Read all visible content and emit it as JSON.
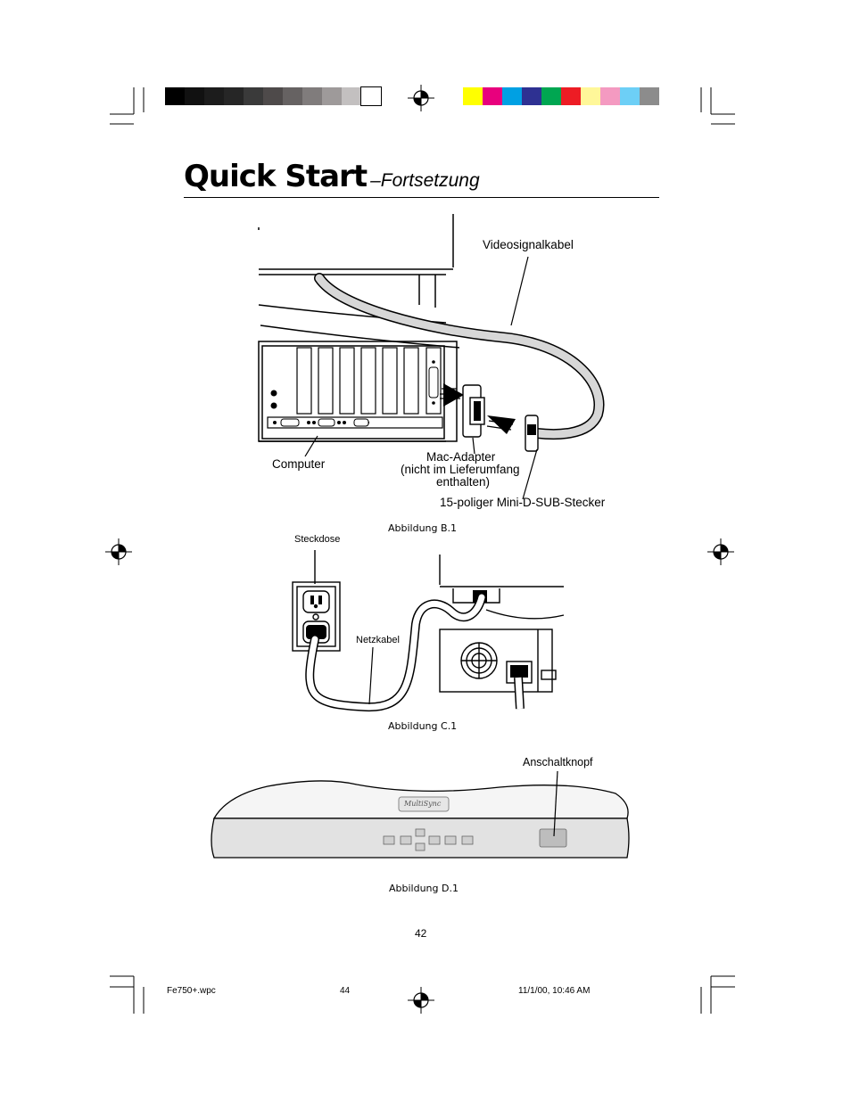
{
  "header": {
    "title": "Quick Start",
    "subtitle": "–Fortsetzung",
    "gray_swatches": [
      "#000000",
      "#111111",
      "#1c1c1c",
      "#262626",
      "#3a3a3a",
      "#4e4a4a",
      "#666262",
      "#807c7c",
      "#9e9a9a",
      "#c3c0c0",
      "#ffffff"
    ],
    "color_swatches": [
      "#ffff00",
      "#e8007d",
      "#00a0e3",
      "#2e3192",
      "#00a651",
      "#ed1c24",
      "#fff799",
      "#f49ac1",
      "#6dcff6",
      "#8c8c8c"
    ]
  },
  "figure_b": {
    "label_cable": "Videosignalkabel",
    "label_computer": "Computer",
    "label_adapter_l1": "Mac-Adapter",
    "label_adapter_l2": "(nicht im Lieferumfang",
    "label_adapter_l3": "enthalten)",
    "label_connector": "15-poliger Mini-D-SUB-Stecker",
    "caption": "Abbildung B.1"
  },
  "figure_c": {
    "label_outlet": "Steckdose",
    "label_cord": "Netzkabel",
    "caption": "Abbildung C.1"
  },
  "figure_d": {
    "label_power": "Anschaltknopf",
    "logo": "MultiSync",
    "caption": "Abbildung D.1"
  },
  "page_number": "42",
  "footer": {
    "file": "Fe750+.wpc",
    "sheet": "44",
    "timestamp": "11/1/00, 10:46 AM"
  }
}
